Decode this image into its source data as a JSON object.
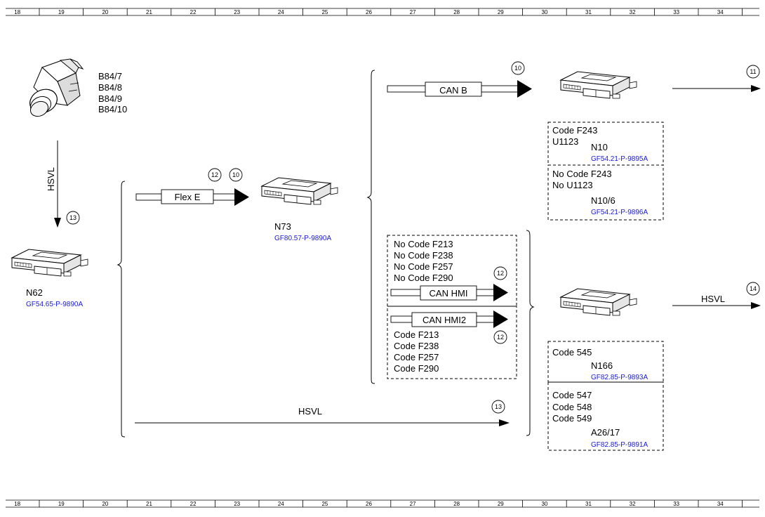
{
  "ruler": {
    "ticks": [
      "18",
      "19",
      "20",
      "21",
      "22",
      "23",
      "24",
      "25",
      "26",
      "27",
      "28",
      "29",
      "30",
      "31",
      "32",
      "33",
      "34"
    ]
  },
  "sensor": {
    "labels": [
      "B84/7",
      "B84/8",
      "B84/9",
      "B84/10"
    ]
  },
  "n62": {
    "name": "N62",
    "ref": "GF54.65-P-9890A"
  },
  "n73": {
    "name": "N73",
    "ref": "GF80.57-P-9890A"
  },
  "n10": {
    "code1": "Code F243",
    "code2": "U1123",
    "name": "N10",
    "ref": "GF54.21-P-9895A"
  },
  "n10_6": {
    "code1": "No  Code F243",
    "code2": "No  U1123",
    "name": "N10/6",
    "ref": "GF54.21-P-9896A"
  },
  "n166": {
    "code": "Code 545",
    "name": "N166",
    "ref": "GF82.85-P-9893A"
  },
  "a26_17": {
    "codes": [
      "Code 547",
      "Code 548",
      "Code 549"
    ],
    "name": "A26/17",
    "ref": "GF82.85-P-9891A"
  },
  "hmi_box": {
    "no_codes": [
      "No Code F213",
      "No Code F238",
      "No Code F257",
      "No Code F290"
    ],
    "codes": [
      "Code F213",
      "Code F238",
      "Code F257",
      "Code F290"
    ]
  },
  "buses": {
    "flex_e": "Flex E",
    "can_b": "CAN B",
    "can_hmi": "CAN HMI",
    "can_hmi2": "CAN HMI2",
    "hsvl_vertical": "HSVL",
    "hsvl_bottom": "HSVL",
    "hsvl_right": "HSVL"
  },
  "refs": {
    "c13_top": "13",
    "c12_flex": "12",
    "c10_flex": "10",
    "c10_canb": "10",
    "c11_right": "11",
    "c12_hmi": "12",
    "c12_hmi2": "12",
    "c13_bottom": "13",
    "c14_right": "14"
  }
}
